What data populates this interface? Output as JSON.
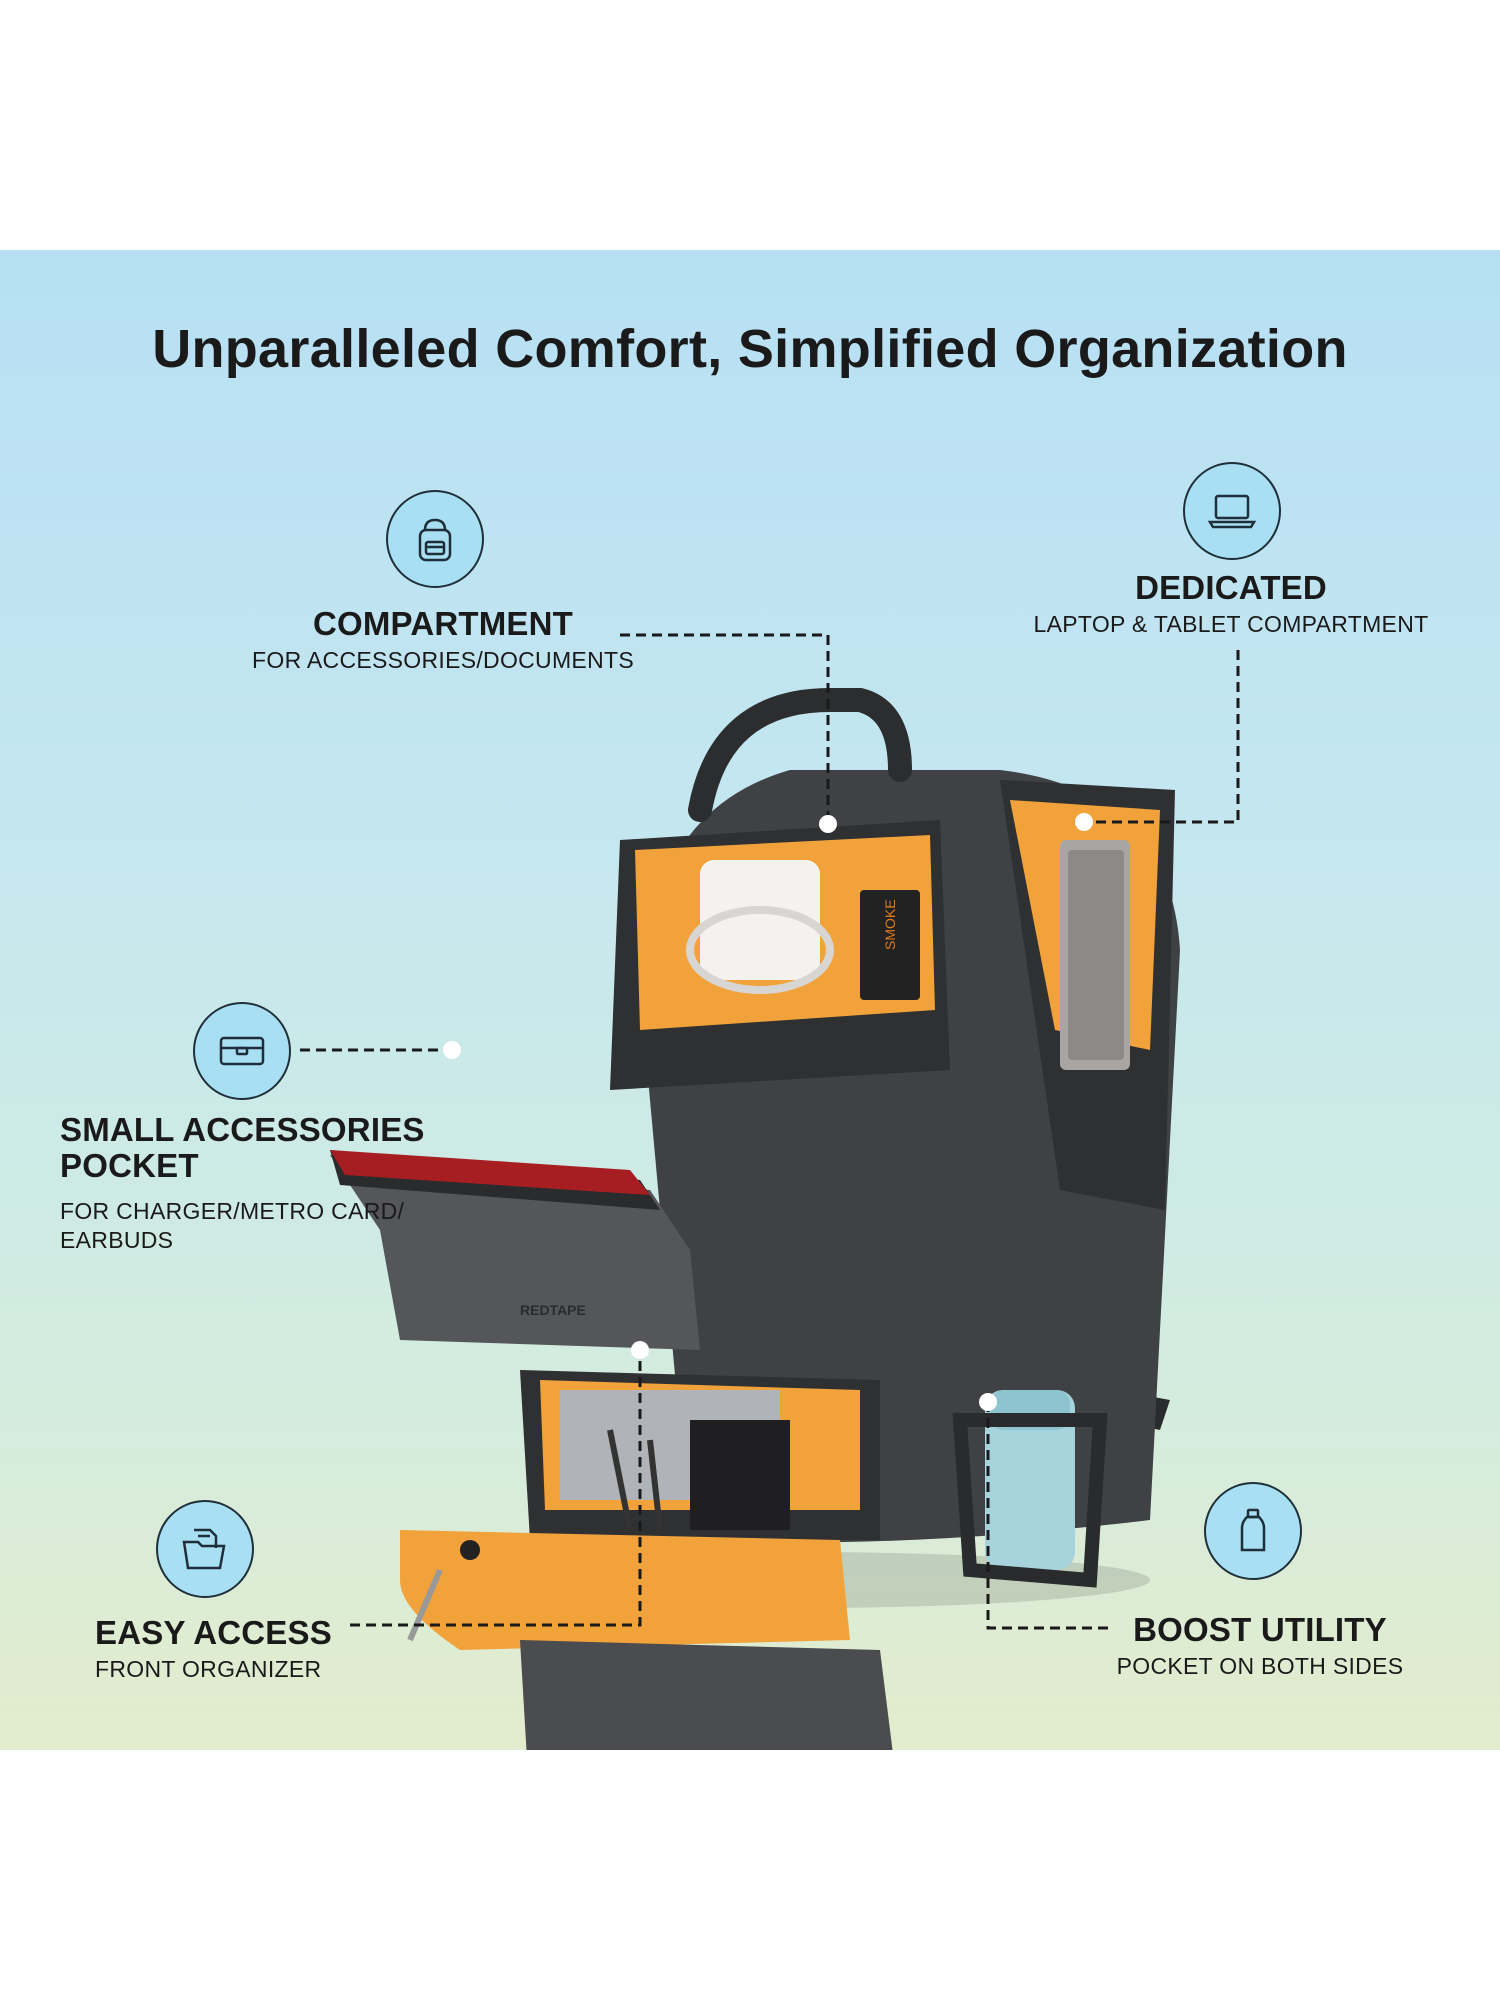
{
  "headline": "Unparalleled Comfort, Simplified Organization",
  "features": {
    "compartment": {
      "title": "COMPARTMENT",
      "subtitle": "FOR ACCESSORIES/DOCUMENTS",
      "icon": "backpack-icon"
    },
    "dedicated": {
      "title": "DEDICATED",
      "subtitle": "LAPTOP & TABLET COMPARTMENT",
      "icon": "laptop-icon"
    },
    "small_pocket": {
      "title_line1": "SMALL ACCESSORIES",
      "title_line2": "POCKET",
      "subtitle_line1": "FOR CHARGER/METRO CARD/",
      "subtitle_line2": "EARBUDS",
      "icon": "pouch-icon"
    },
    "easy_access": {
      "title": "EASY ACCESS",
      "subtitle": "FRONT ORGANIZER",
      "icon": "folder-icon"
    },
    "boost_utility": {
      "title": "BOOST UTILITY",
      "subtitle": "POCKET ON BOTH SIDES",
      "icon": "bottle-icon"
    }
  },
  "product": {
    "brand_tag": "REDTAPE",
    "notebook_label": "SMOKE"
  },
  "colors": {
    "bag_body": "#4a4c4f",
    "bag_lining": "#f2a23a",
    "text": "#1a1a1a",
    "icon_fill": "#a9dff2"
  }
}
